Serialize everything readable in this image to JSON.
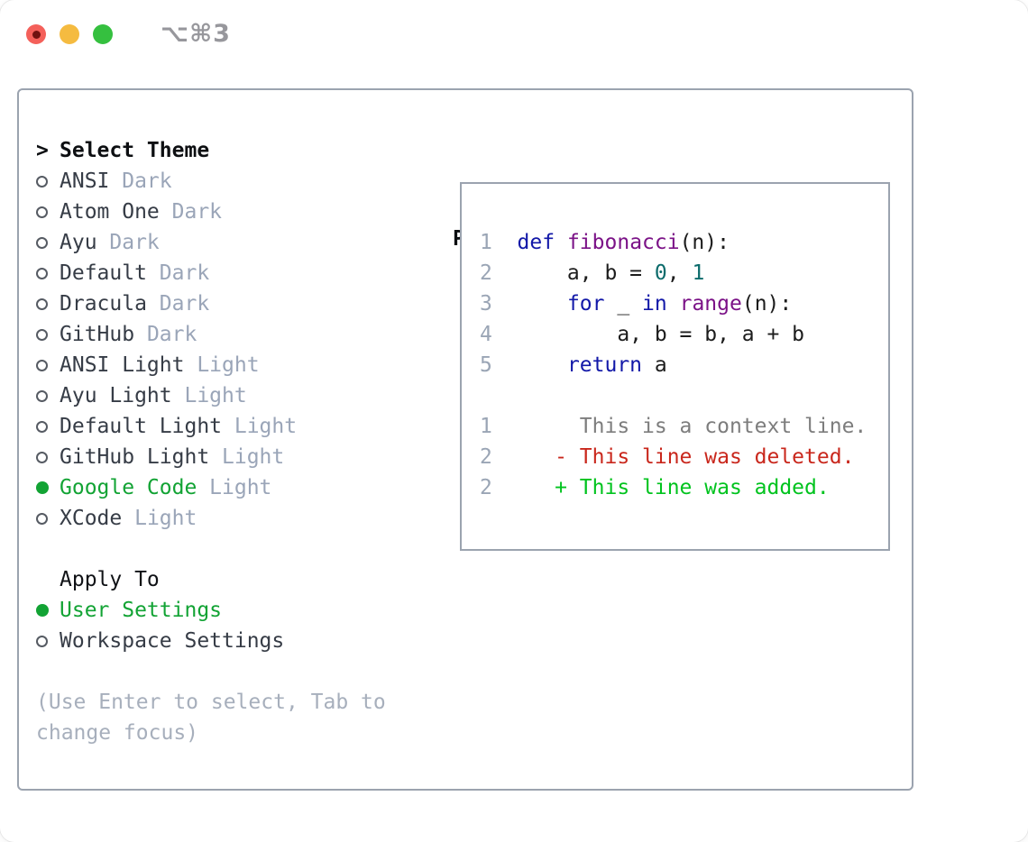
{
  "window": {
    "shortcut_label": "⌥⌘3",
    "traffic_lights": [
      "close",
      "minimize",
      "zoom"
    ]
  },
  "theme_panel": {
    "title_marker": ">",
    "title": "Select Theme",
    "items": [
      {
        "name": "ANSI",
        "tag": "Dark",
        "selected": false
      },
      {
        "name": "Atom One",
        "tag": "Dark",
        "selected": false
      },
      {
        "name": "Ayu",
        "tag": "Dark",
        "selected": false
      },
      {
        "name": "Default",
        "tag": "Dark",
        "selected": false
      },
      {
        "name": "Dracula",
        "tag": "Dark",
        "selected": false
      },
      {
        "name": "GitHub",
        "tag": "Dark",
        "selected": false
      },
      {
        "name": "ANSI Light",
        "tag": "Light",
        "selected": false
      },
      {
        "name": "Ayu Light",
        "tag": "Light",
        "selected": false
      },
      {
        "name": "Default Light",
        "tag": "Light",
        "selected": false
      },
      {
        "name": "GitHub Light",
        "tag": "Light",
        "selected": false
      },
      {
        "name": "Google Code",
        "tag": "Light",
        "selected": true
      },
      {
        "name": "XCode",
        "tag": "Light",
        "selected": false
      }
    ],
    "apply_to": {
      "title": "Apply To",
      "options": [
        {
          "name": "User Settings",
          "selected": true
        },
        {
          "name": "Workspace Settings",
          "selected": false
        }
      ]
    },
    "help_lines": [
      "(Use Enter to select, Tab to",
      "change focus)"
    ]
  },
  "preview": {
    "title": "Preview",
    "code_lines": [
      {
        "num": "1",
        "tokens": [
          {
            "t": "def",
            "c": "kw"
          },
          {
            "t": " ",
            "c": "pl"
          },
          {
            "t": "fibonacci",
            "c": "fn"
          },
          {
            "t": "(n):",
            "c": "pl"
          }
        ]
      },
      {
        "num": "2",
        "tokens": [
          {
            "t": "    a, b = ",
            "c": "pl"
          },
          {
            "t": "0",
            "c": "lit"
          },
          {
            "t": ", ",
            "c": "pl"
          },
          {
            "t": "1",
            "c": "lit"
          }
        ]
      },
      {
        "num": "3",
        "tokens": [
          {
            "t": "    ",
            "c": "pl"
          },
          {
            "t": "for",
            "c": "kw"
          },
          {
            "t": " _ ",
            "c": "pl"
          },
          {
            "t": "in",
            "c": "kw"
          },
          {
            "t": " ",
            "c": "pl"
          },
          {
            "t": "range",
            "c": "fn"
          },
          {
            "t": "(n):",
            "c": "pl"
          }
        ]
      },
      {
        "num": "4",
        "tokens": [
          {
            "t": "        a, b = b, a + b",
            "c": "pl"
          }
        ]
      },
      {
        "num": "5",
        "tokens": [
          {
            "t": "    ",
            "c": "pl"
          },
          {
            "t": "return",
            "c": "kw"
          },
          {
            "t": " a",
            "c": "pl"
          }
        ]
      },
      {
        "num": "",
        "tokens": []
      },
      {
        "num": "1",
        "tokens": [
          {
            "t": "     This is a context line.",
            "c": "ctx"
          }
        ]
      },
      {
        "num": "2",
        "tokens": [
          {
            "t": "   - This line was deleted.",
            "c": "del"
          }
        ]
      },
      {
        "num": "2",
        "tokens": [
          {
            "t": "   + This line was added.",
            "c": "add"
          }
        ]
      }
    ]
  },
  "colors": {
    "accent_green": "#12a334",
    "diff_added": "#00c31e",
    "diff_deleted": "#c9271c",
    "context_line": "#7d7d7d",
    "keyword": "#1218a8",
    "function_name": "#7b1287",
    "literal": "#0b6b6b",
    "plain_code": "#1c1c1c",
    "line_number": "#9aa5b5",
    "muted_label": "#9aa5b8",
    "panel_border": "#9ba3af",
    "item_text": "#363c46",
    "traffic_red": "#f4605a",
    "traffic_yellow": "#f5bb40",
    "traffic_green": "#35c03f"
  }
}
